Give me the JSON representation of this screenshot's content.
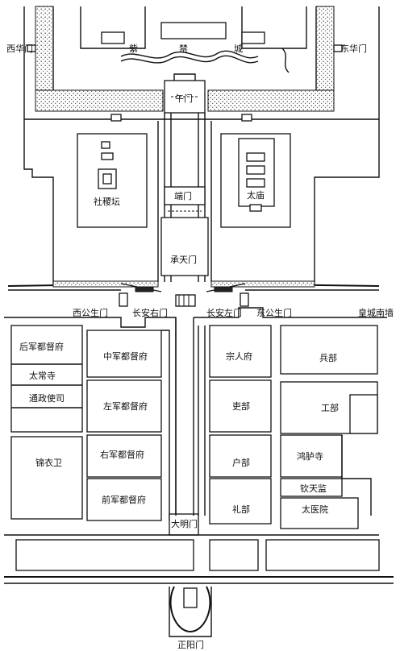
{
  "labels": {
    "west_hua_gate": "西华门",
    "east_hua_gate": "东华门",
    "zi": "紫",
    "jin": "禁",
    "cheng": "城",
    "wu_gate": "午门",
    "duan_gate": "端门",
    "sheji_altar": "社稷坛",
    "tai_temple": "太庙",
    "chengtian_gate": "承天门",
    "west_gongsheng_gate": "西公生门",
    "changan_right_gate": "长安右门",
    "changan_left_gate": "长安左门",
    "east_gongsheng_gate": "东公生门",
    "imperial_south_wall": "皇城南墙",
    "rear_army_office": "后军都督府",
    "central_army_office": "中军都督府",
    "zongren_office": "宗人府",
    "ministry_war": "兵部",
    "taichang_temple": "太常寺",
    "left_army_office": "左军都督府",
    "ministry_personnel": "吏部",
    "ministry_works": "工部",
    "tongzheng_office": "通政使司",
    "jinyi_guard": "锦衣卫",
    "right_army_office": "右军都督府",
    "ministry_revenue": "户部",
    "honglu_temple": "鸿胪寺",
    "qintian_bureau": "钦天监",
    "front_army_office": "前军都督府",
    "ministry_rites": "礼部",
    "imperial_medical": "太医院",
    "daming_gate": "大明门",
    "zhengyang_gate": "正阳门"
  }
}
